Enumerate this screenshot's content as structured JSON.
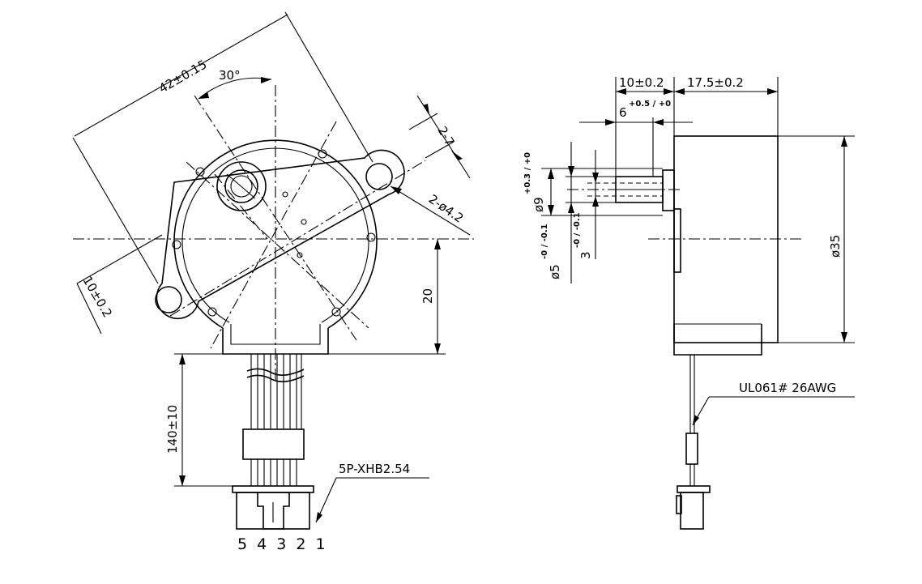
{
  "front_view": {
    "dim_mount_spacing": "42±0.15",
    "dim_angle": "30°",
    "dim_ear_thickness": "2-7",
    "dim_hole_dia": "2-ø4.2",
    "dim_ear_width": "10±0.2",
    "dim_center_to_bottom": "20",
    "dim_lead_length": "140±10",
    "connector_label": "5P-XHB2.54",
    "pin_numbers": "5 4 3 2 1"
  },
  "side_view": {
    "dim_shaft_length": "10±0.2",
    "dim_body_depth": "17.5±0.2",
    "dim_flat_length_base": "6",
    "dim_flat_length_tol": "+0.5 / +0",
    "dim_boss_dia_base": "ø9",
    "dim_boss_dia_tol": "+0.3 / +0",
    "dim_shaft_dia": "ø5",
    "dim_shaft_dia_tol": "-0 / -0.1",
    "dim_flat_width": "3",
    "dim_flat_width_tol": "-0 / -0.1",
    "dim_body_dia": "ø35",
    "wire_spec": "UL061# 26AWG"
  }
}
